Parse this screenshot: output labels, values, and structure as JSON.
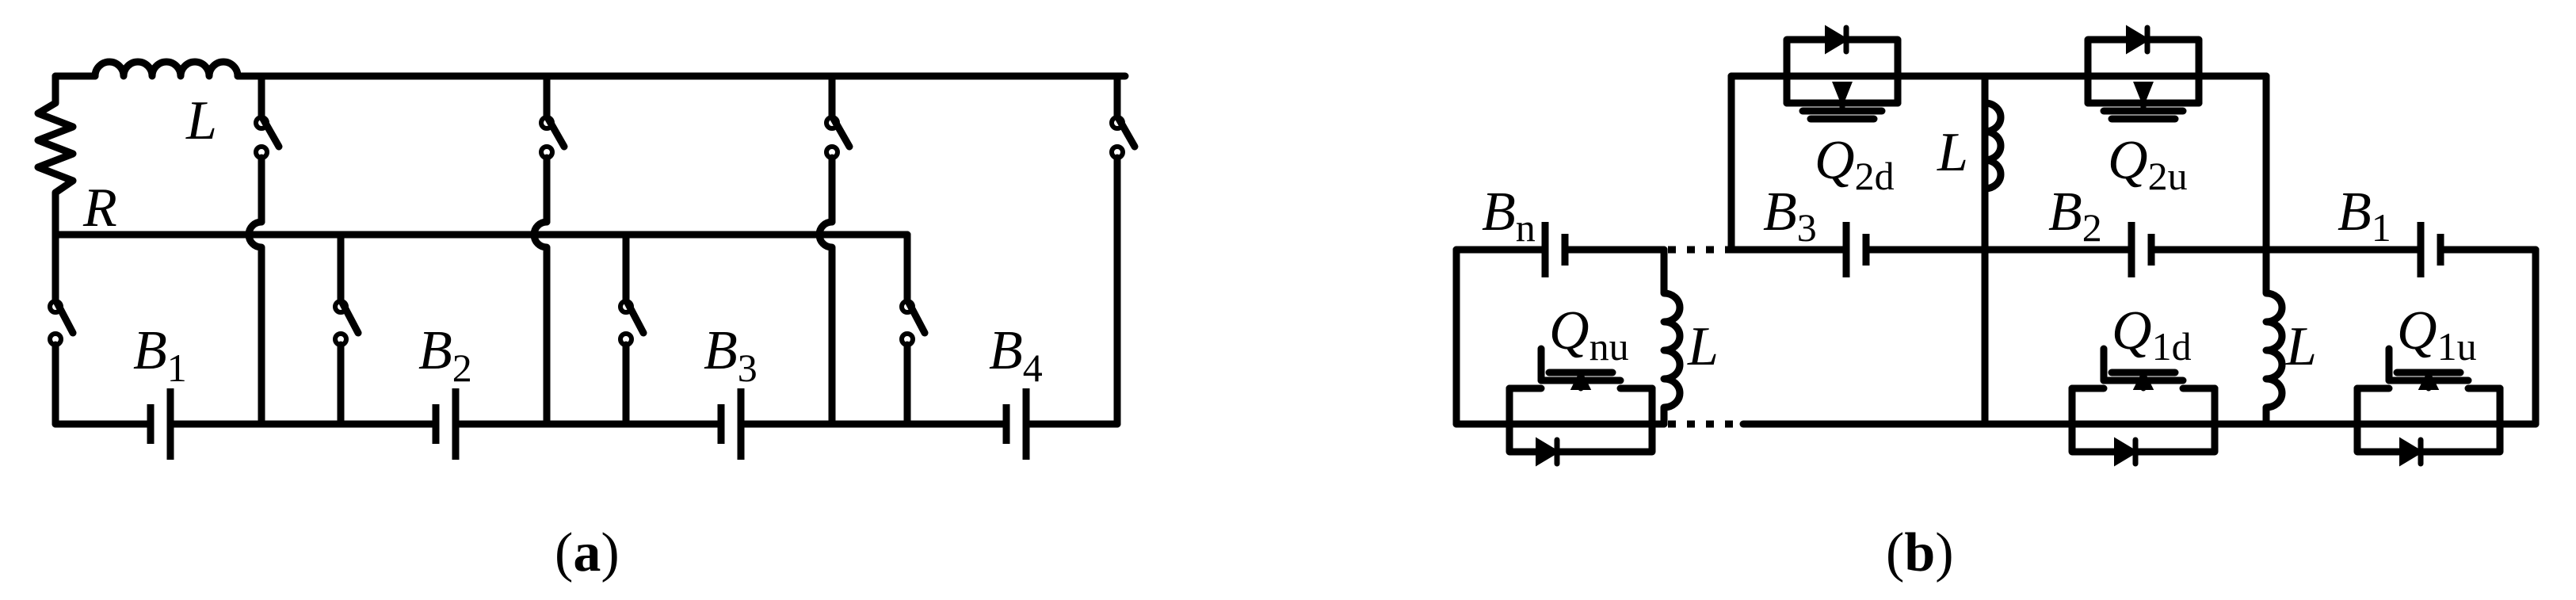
{
  "panel_a": {
    "caption": {
      "open": "(",
      "letter": "a",
      "close": ")"
    },
    "labels": {
      "L": "L",
      "R": "R",
      "B1": {
        "base": "B",
        "sub": "1"
      },
      "B2": {
        "base": "B",
        "sub": "2"
      },
      "B3": {
        "base": "B",
        "sub": "3"
      },
      "B4": {
        "base": "B",
        "sub": "4"
      }
    }
  },
  "panel_b": {
    "caption": {
      "open": "(",
      "letter": "b",
      "close": ")"
    },
    "labels": {
      "Bn": {
        "base": "B",
        "sub": "n"
      },
      "B3": {
        "base": "B",
        "sub": "3"
      },
      "B2": {
        "base": "B",
        "sub": "2"
      },
      "B1": {
        "base": "B",
        "sub": "1"
      },
      "Q2d": {
        "base": "Q",
        "sub": "2d"
      },
      "Q2u": {
        "base": "Q",
        "sub": "2u"
      },
      "Qnu": {
        "base": "Q",
        "sub": "nu"
      },
      "Q1d": {
        "base": "Q",
        "sub": "1d"
      },
      "Q1u": {
        "base": "Q",
        "sub": "1u"
      },
      "L_top": "L",
      "L_left": "L",
      "L_right": "L"
    }
  }
}
